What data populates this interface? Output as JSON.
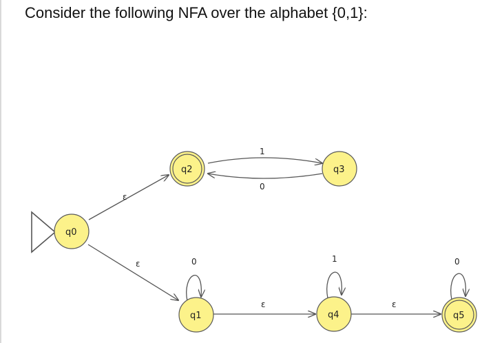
{
  "prompt": "Consider the following NFA over the alphabet {0,1}:",
  "colors": {
    "state_fill": "#fcf28a",
    "state_stroke": "#5a5a5a",
    "edge": "#555555"
  },
  "states": [
    {
      "id": "q0",
      "label": "q0",
      "initial": true,
      "accepting": false
    },
    {
      "id": "q1",
      "label": "q1",
      "initial": false,
      "accepting": false
    },
    {
      "id": "q2",
      "label": "q2",
      "initial": false,
      "accepting": true
    },
    {
      "id": "q3",
      "label": "q3",
      "initial": false,
      "accepting": false
    },
    {
      "id": "q4",
      "label": "q4",
      "initial": false,
      "accepting": false
    },
    {
      "id": "q5",
      "label": "q5",
      "initial": false,
      "accepting": true
    }
  ],
  "transitions": [
    {
      "from": "q0",
      "to": "q2",
      "label": "ε"
    },
    {
      "from": "q0",
      "to": "q1",
      "label": "ε"
    },
    {
      "from": "q2",
      "to": "q3",
      "label": "1"
    },
    {
      "from": "q3",
      "to": "q2",
      "label": "0"
    },
    {
      "from": "q1",
      "to": "q1",
      "label": "0"
    },
    {
      "from": "q1",
      "to": "q4",
      "label": "ε"
    },
    {
      "from": "q4",
      "to": "q4",
      "label": "1"
    },
    {
      "from": "q4",
      "to": "q5",
      "label": "ε"
    },
    {
      "from": "q5",
      "to": "q5",
      "label": "0"
    }
  ]
}
